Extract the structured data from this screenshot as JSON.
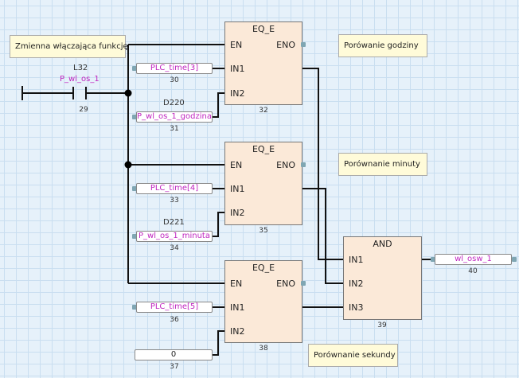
{
  "comments": {
    "enable_var": "Zmienna włączająca funkcję",
    "cmp_hour": "Porówanie godziny",
    "cmp_minute": "Porównanie minuty",
    "cmp_second": "Porównanie sekundy"
  },
  "contact": {
    "address": "L32",
    "variable": "P_wl_os_1",
    "number": "29"
  },
  "blocks": {
    "eq1": {
      "type": "EQ_E",
      "pins": {
        "en": "EN",
        "eno": "ENO",
        "in1": "IN1",
        "in2": "IN2"
      },
      "number": "32"
    },
    "eq2": {
      "type": "EQ_E",
      "pins": {
        "en": "EN",
        "eno": "ENO",
        "in1": "IN1",
        "in2": "IN2"
      },
      "number": "35"
    },
    "eq3": {
      "type": "EQ_E",
      "pins": {
        "en": "EN",
        "eno": "ENO",
        "in1": "IN1",
        "in2": "IN2"
      },
      "number": "38"
    },
    "and": {
      "type": "AND",
      "pins": {
        "in1": "IN1",
        "in2": "IN2",
        "in3": "IN3"
      },
      "number": "39"
    }
  },
  "inputs": {
    "plc_time_3": {
      "value": "PLC_time[3]",
      "number": "30"
    },
    "hour_var": {
      "address": "D220",
      "value": "P_wl_os_1_godzina",
      "number": "31"
    },
    "plc_time_4": {
      "value": "PLC_time[4]",
      "number": "33"
    },
    "minute_var": {
      "address": "D221",
      "value": "P_wl_os_1_minuta",
      "number": "34"
    },
    "plc_time_5": {
      "value": "PLC_time[5]",
      "number": "36"
    },
    "const_zero": {
      "value": "0",
      "number": "37"
    }
  },
  "output": {
    "value": "wl_osw_1",
    "number": "40"
  }
}
